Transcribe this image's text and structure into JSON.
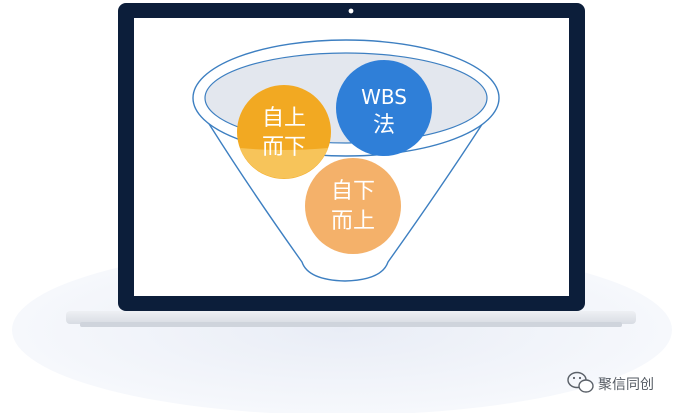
{
  "diagram": {
    "circles": {
      "top_down": {
        "lines": [
          "自上",
          "而下"
        ]
      },
      "wbs": {
        "lines": [
          "WBS",
          "法"
        ]
      },
      "bottom_up": {
        "lines": [
          "自下",
          "而上"
        ]
      }
    },
    "colors": {
      "top_down": "#f2a922",
      "wbs": "#2f7fd8",
      "bottom_up": "#f4b16a",
      "funnel_stroke": "#3d7fc1",
      "funnel_rim": "#e3e7ee",
      "laptop_frame": "#0c1e3a"
    }
  },
  "watermark": {
    "label": "聚信同创",
    "icon": "wechat-icon"
  }
}
